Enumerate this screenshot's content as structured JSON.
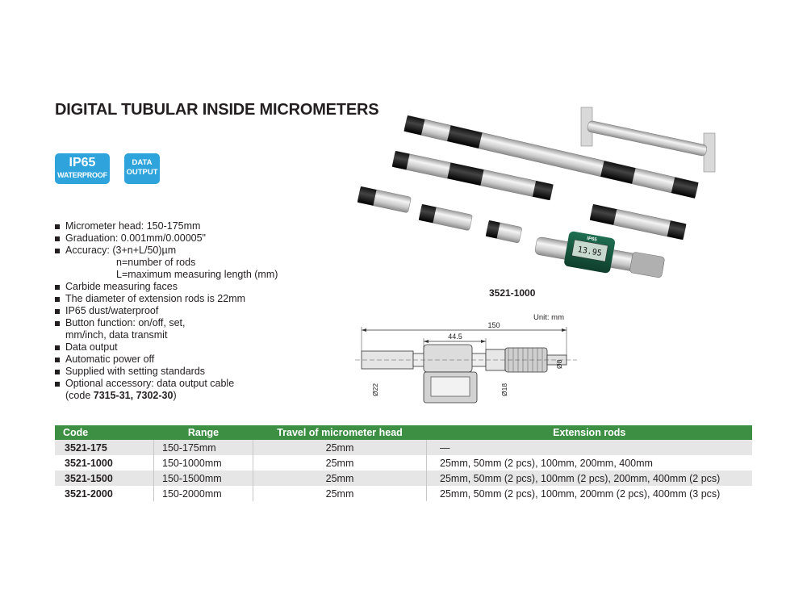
{
  "title": "DIGITAL TUBULAR INSIDE MICROMETERS",
  "badges": {
    "ip_main": "IP65",
    "ip_sub": "WATERPROOF",
    "data_line1": "DATA",
    "data_line2": "OUTPUT"
  },
  "features": {
    "f1": "Micrometer head: 150-175mm",
    "f2": "Graduation: 0.001mm/0.00005\"",
    "f3": "Accuracy: (3+n+L/50)µm",
    "f3a": "n=number of rods",
    "f3b": "L=maximum measuring length (mm)",
    "f4": "Carbide measuring faces",
    "f5": "The diameter of extension rods is 22mm",
    "f6": "IP65 dust/waterproof",
    "f7": "Button function: on/off, set,",
    "f7b": "mm/inch, data transmit",
    "f8": "Data output",
    "f9": "Automatic power off",
    "f10": "Supplied with setting standards",
    "f11": "Optional accessory: data output cable",
    "f11b_pre": "(code ",
    "f11b_codes": "7315-31, 7302-30",
    "f11b_post": ")"
  },
  "model_label": "3521-1000",
  "unit_label": "Unit: mm",
  "drawing": {
    "dim_150": "150",
    "dim_44_5": "44.5",
    "dim_22": "Ø22",
    "dim_18": "Ø18",
    "dim_8": "Ø8",
    "display_value": "13.95",
    "head_brand": "IP65"
  },
  "table": {
    "headers": {
      "code": "Code",
      "range": "Range",
      "travel": "Travel of micrometer head",
      "ext": "Extension rods"
    },
    "rows": [
      {
        "code": "3521-175",
        "range": "150-175mm",
        "travel": "25mm",
        "ext": "—"
      },
      {
        "code": "3521-1000",
        "range": "150-1000mm",
        "travel": "25mm",
        "ext": "25mm, 50mm (2 pcs), 100mm, 200mm, 400mm"
      },
      {
        "code": "3521-1500",
        "range": "150-1500mm",
        "travel": "25mm",
        "ext": "25mm, 50mm (2 pcs), 100mm (2 pcs), 200mm, 400mm (2 pcs)"
      },
      {
        "code": "3521-2000",
        "range": "150-2000mm",
        "travel": "25mm",
        "ext": "25mm, 50mm (2 pcs), 100mm, 200mm (2 pcs), 400mm (3 pcs)"
      }
    ]
  },
  "colors": {
    "header_green": "#3d8f43",
    "badge_blue": "#2ea3dc",
    "row_alt": "#e6e6e6"
  }
}
